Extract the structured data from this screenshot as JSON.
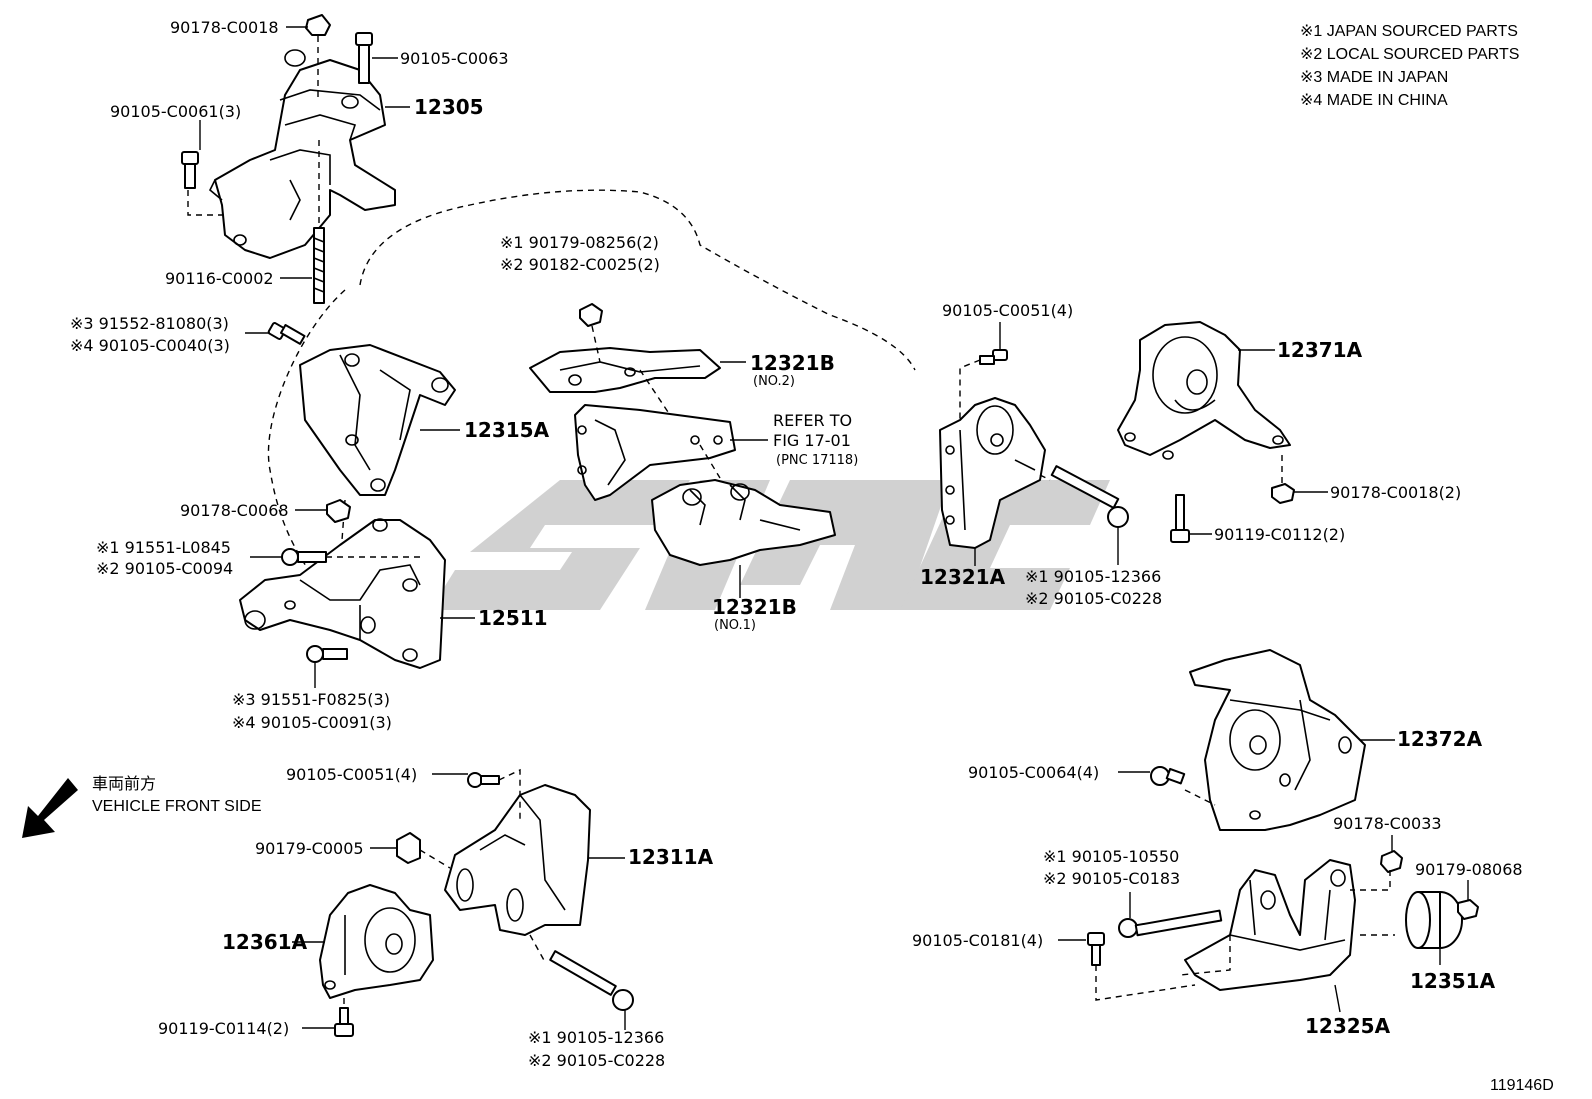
{
  "watermark": {
    "text": "SHOP",
    "color": "#c9c9c9"
  },
  "notes": [
    "※1 JAPAN SOURCED PARTS",
    "※2 LOCAL SOURCED PARTS",
    "※3 MADE IN JAPAN",
    "※4 MADE IN CHINA"
  ],
  "direction": {
    "jp": "車両前方",
    "en": "VEHICLE FRONT SIDE",
    "icon": "arrow-down-left-icon"
  },
  "figure_id": "119146D",
  "refer": {
    "line1": "REFER TO",
    "line2": "FIG 17-01",
    "line3": "(PNC 17118)"
  },
  "labels": {
    "p90178_c0018": "90178-C0018",
    "p90105_c0063": "90105-C0063",
    "p90105_c0061": "90105-C0061(3)",
    "p12305": "12305",
    "p90116_c0002": "90116-C0002",
    "p91552_81080": "※3 91552-81080(3)",
    "p90105_c0040": "※4 90105-C0040(3)",
    "p12315a": "12315A",
    "p90178_c0068": "90178-C0068",
    "p91551_l0845": "※1 91551-L0845",
    "p90105_c0094": "※2 90105-C0094",
    "p12511": "12511",
    "p91551_f0825": "※3 91551-F0825(3)",
    "p90105_c0091": "※4 90105-C0091(3)",
    "p90179_08256": "※1 90179-08256(2)",
    "p90182_c0025": "※2 90182-C0025(2)",
    "p12321b_2": "12321B",
    "p12321b_2_sub": "(NO.2)",
    "p12321b_1": "12321B",
    "p12321b_1_sub": "(NO.1)",
    "p90105_c0051_top": "90105-C0051(4)",
    "p12321a": "12321A",
    "p90105_12366_top": "※1 90105-12366",
    "p90105_c0228_top": "※2 90105-C0228",
    "p12371a": "12371A",
    "p90178_c0018_2": "90178-C0018(2)",
    "p90119_c0112": "90119-C0112(2)",
    "p12372a": "12372A",
    "p90105_c0064": "90105-C0064(4)",
    "p90178_c0033": "90178-C0033",
    "p90179_08068": "90179-08068",
    "p90105_10550": "※1 90105-10550",
    "p90105_c0183": "※2 90105-C0183",
    "p90105_c0181": "90105-C0181(4)",
    "p12351a": "12351A",
    "p12325a": "12325A",
    "p90105_c0051_bot": "90105-C0051(4)",
    "p90179_c0005": "90179-C0005",
    "p12311a": "12311A",
    "p12361a": "12361A",
    "p90119_c0114": "90119-C0114(2)",
    "p90105_12366_bot": "※1 90105-12366",
    "p90105_c0228_bot": "※2 90105-C0228"
  }
}
